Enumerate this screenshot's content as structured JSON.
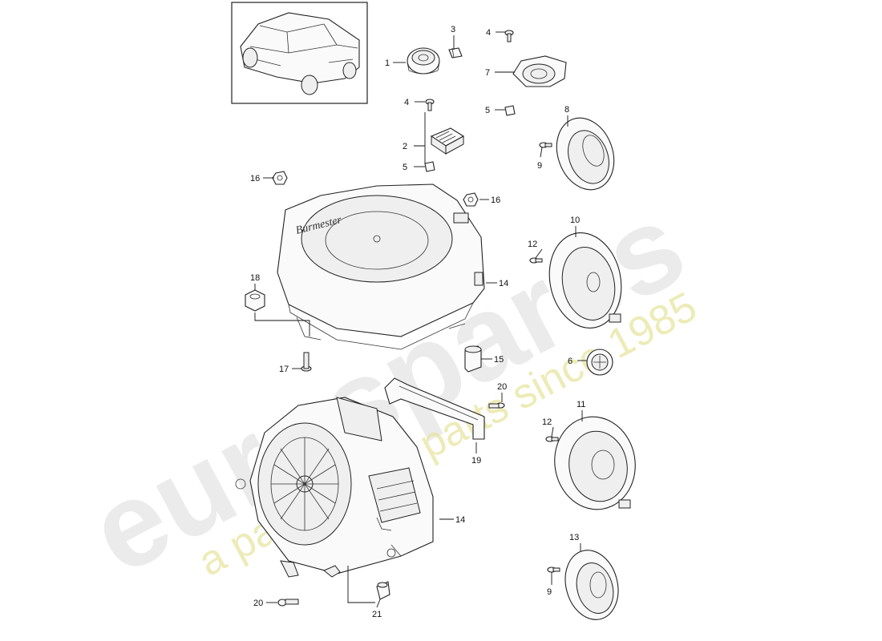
{
  "watermark": {
    "logo_text": "eurospares",
    "tagline": "a passion for parts since 1985"
  },
  "callouts": [
    {
      "id": "c1",
      "label": "1"
    },
    {
      "id": "c2",
      "label": "2"
    },
    {
      "id": "c3",
      "label": "3"
    },
    {
      "id": "c4a",
      "label": "4"
    },
    {
      "id": "c4b",
      "label": "4"
    },
    {
      "id": "c5a",
      "label": "5"
    },
    {
      "id": "c5b",
      "label": "5"
    },
    {
      "id": "c6",
      "label": "6"
    },
    {
      "id": "c7",
      "label": "7"
    },
    {
      "id": "c8",
      "label": "8"
    },
    {
      "id": "c9a",
      "label": "9"
    },
    {
      "id": "c9b",
      "label": "9"
    },
    {
      "id": "c10",
      "label": "10"
    },
    {
      "id": "c11",
      "label": "11"
    },
    {
      "id": "c12a",
      "label": "12"
    },
    {
      "id": "c12b",
      "label": "12"
    },
    {
      "id": "c13",
      "label": "13"
    },
    {
      "id": "c14a",
      "label": "14"
    },
    {
      "id": "c14b",
      "label": "14"
    },
    {
      "id": "c15",
      "label": "15"
    },
    {
      "id": "c16a",
      "label": "16"
    },
    {
      "id": "c16b",
      "label": "16"
    },
    {
      "id": "c17",
      "label": "17"
    },
    {
      "id": "c18",
      "label": "18"
    },
    {
      "id": "c19",
      "label": "19"
    },
    {
      "id": "c20a",
      "label": "20"
    },
    {
      "id": "c20b",
      "label": "20"
    },
    {
      "id": "c21",
      "label": "21"
    }
  ],
  "subwoofer_housing_script": "Burmester"
}
